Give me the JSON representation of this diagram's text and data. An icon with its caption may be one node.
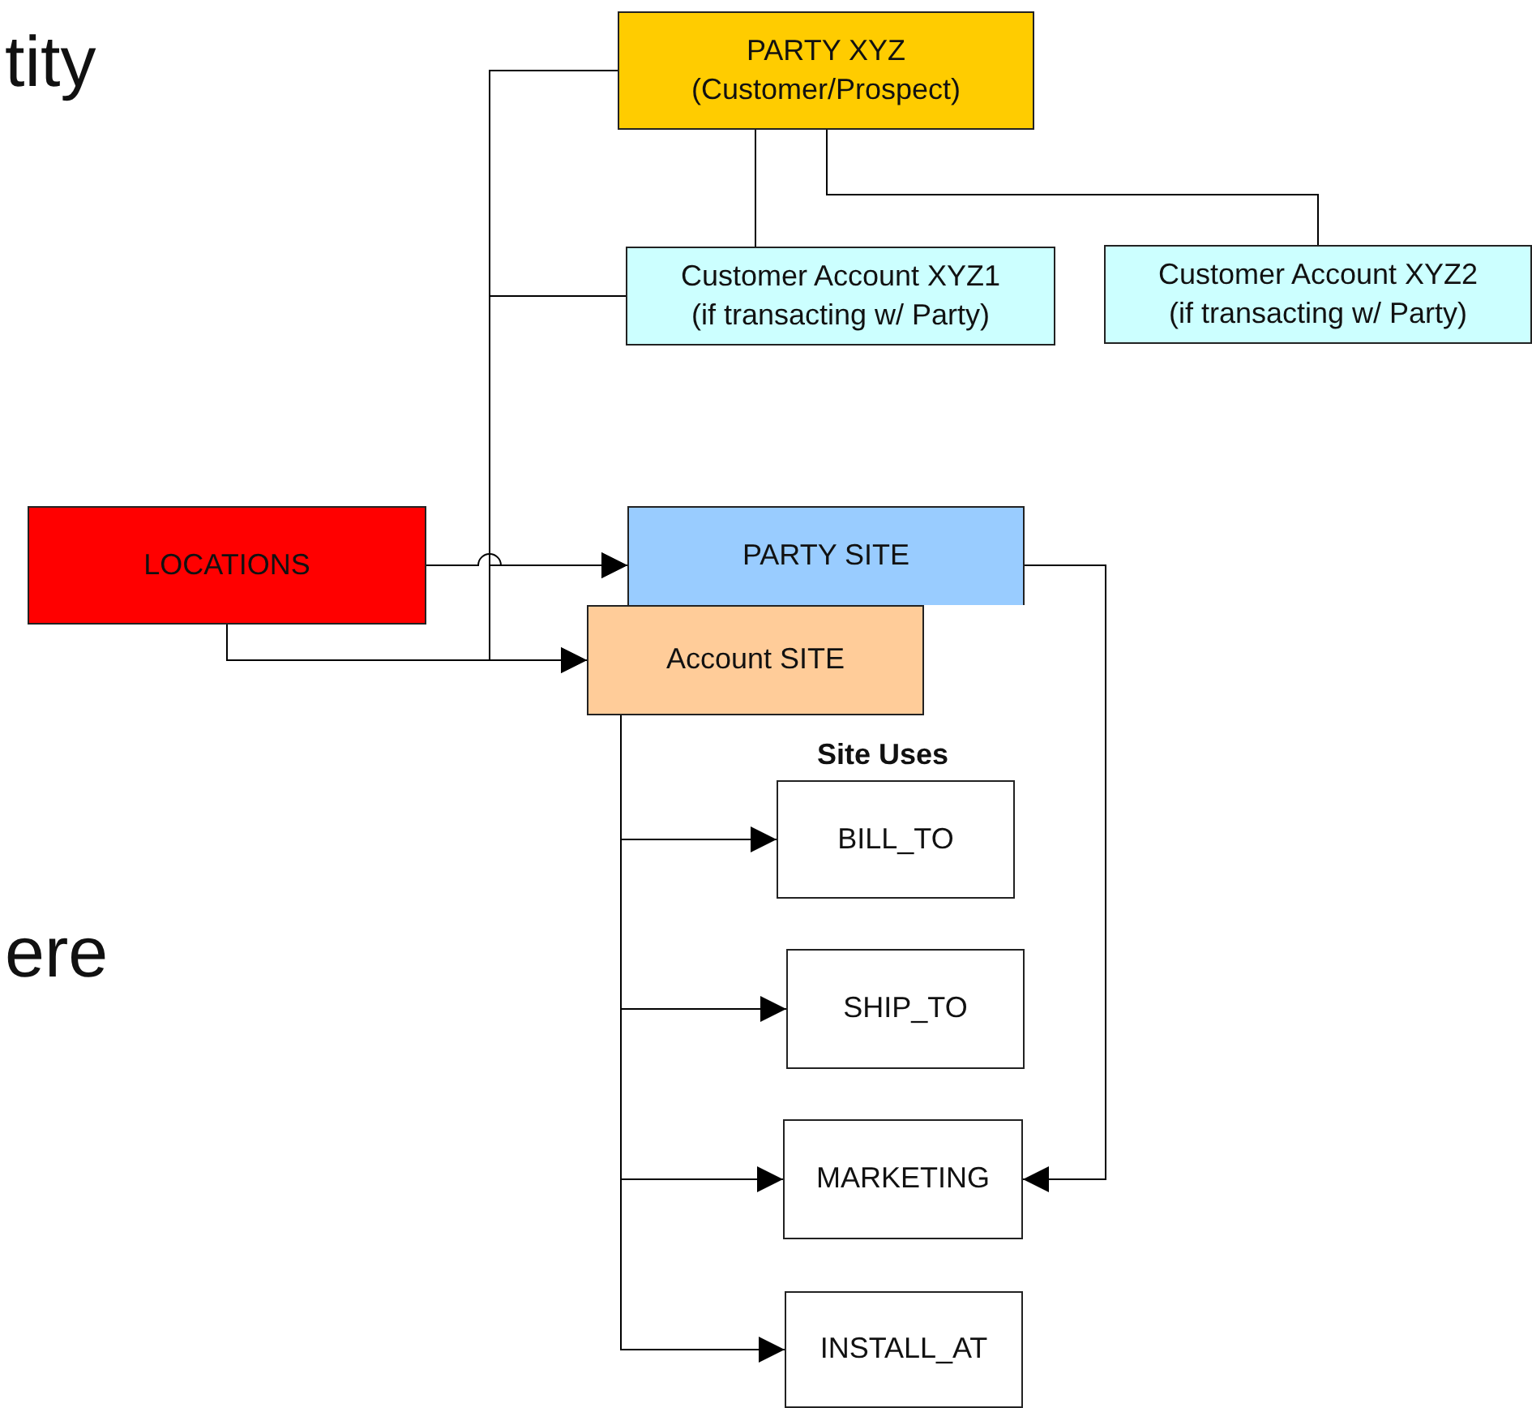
{
  "diagram": {
    "nodes": [
      {
        "text": [
          "PARTY XYZ (Customer/Prospect)"
        ]
      },
      {
        "text": [
          "Customer Account XYZ1 (if transacting w/ Party)"
        ]
      },
      {
        "text": [
          "Customer Account XYZ2 (if transacting w/ Party)"
        ]
      },
      {
        "text": [
          "LOCATIONS"
        ]
      },
      {
        "text": [
          "PARTY SITE"
        ]
      },
      {
        "text": [
          "Account SITE"
        ]
      },
      {
        "text": [
          "BILL_TO"
        ]
      },
      {
        "text": [
          "SHIP_TO"
        ]
      },
      {
        "text": [
          "MARKETING"
        ]
      },
      {
        "text": [
          "INSTALL_AT"
        ]
      }
    ],
    "edges": [
      {
        "from": 0,
        "to": 1,
        "arrow": "none"
      },
      {
        "from": 0,
        "to": 2,
        "arrow": "none"
      },
      {
        "from": 0,
        "to": 4,
        "arrow": "to"
      },
      {
        "from": 1,
        "to": 5,
        "arrow": "to"
      },
      {
        "from": 3,
        "to": 4,
        "arrow": "to"
      },
      {
        "from": 3,
        "to": 5,
        "arrow": "to"
      },
      {
        "from": 4,
        "to": 8,
        "arrow": "to"
      },
      {
        "from": 5,
        "to": 6,
        "arrow": "to"
      },
      {
        "from": 5,
        "to": 7,
        "arrow": "to"
      },
      {
        "from": 5,
        "to": 8,
        "arrow": "to"
      },
      {
        "from": 5,
        "to": 9,
        "arrow": "to"
      }
    ],
    "labels": [
      "tity",
      "Site Uses",
      "ere"
    ]
  }
}
